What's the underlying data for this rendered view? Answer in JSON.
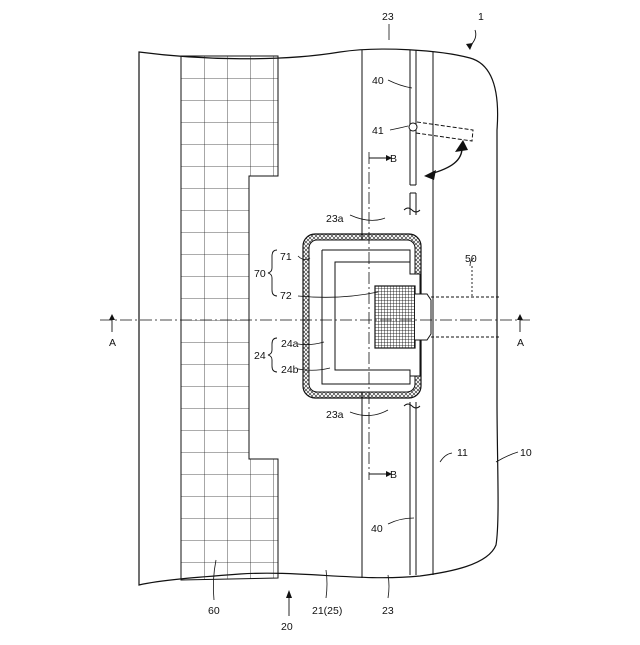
{
  "labels": {
    "ref_1": "1",
    "ref_23_top": "23",
    "ref_40_top": "40",
    "ref_41": "41",
    "sec_B_top": "B",
    "ref_23a_top": "23a",
    "ref_71": "71",
    "ref_70": "70",
    "ref_50": "50",
    "ref_72": "72",
    "sec_A_left": "A",
    "sec_A_right": "A",
    "ref_24a": "24a",
    "ref_24": "24",
    "ref_24b": "24b",
    "ref_23a_bottom": "23a",
    "ref_11": "11",
    "ref_10": "10",
    "sec_B_bottom": "B",
    "ref_40_bottom": "40",
    "ref_60": "60",
    "ref_21_25": "21(25)",
    "ref_23_bottom": "23",
    "ref_20": "20"
  }
}
